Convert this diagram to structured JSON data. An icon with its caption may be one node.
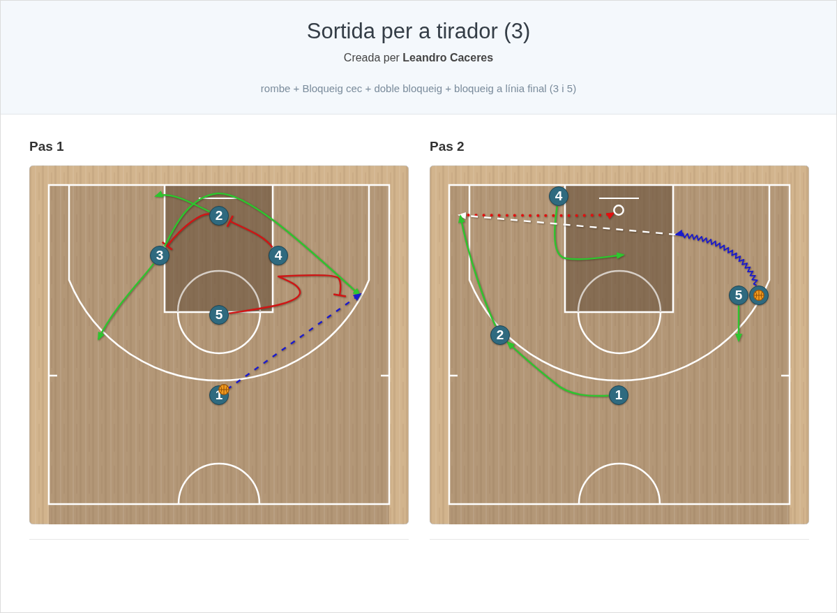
{
  "diagram": {
    "title": "Sortida per a tirador (3)",
    "nodes": [
      {
        "text": [
          "Pas 1"
        ]
      },
      {
        "text": [
          "2"
        ],
        "in": 0
      },
      {
        "text": [
          "3"
        ],
        "in": 0
      },
      {
        "text": [
          "4"
        ],
        "in": 0
      },
      {
        "text": [
          "5"
        ],
        "in": 0
      },
      {
        "text": [
          "1"
        ],
        "in": 0
      },
      {
        "text": [
          "Pas 2"
        ]
      },
      {
        "text": [
          "4"
        ],
        "in": 6
      },
      {
        "text": [],
        "shape": "circle",
        "in": 6
      },
      {
        "text": [
          "5"
        ],
        "in": 6
      },
      {
        "text": [],
        "shape": "circle",
        "in": 6
      },
      {
        "text": [
          "2"
        ],
        "in": 6
      },
      {
        "text": [
          "1"
        ],
        "in": 6
      }
    ],
    "edges": [
      {
        "from": 1,
        "to": 2,
        "arrow": "other",
        "color": "#d01515"
      },
      {
        "from": 3,
        "to": 1,
        "arrow": "other",
        "color": "#d01515"
      },
      {
        "from": 4,
        "to": null,
        "arrow": "other",
        "color": "#d01515"
      },
      {
        "from": 1,
        "to": null,
        "arrow": "to"
      },
      {
        "from": 2,
        "to": null,
        "arrow": "to"
      },
      {
        "from": 2,
        "to": null,
        "arrow": "to"
      },
      {
        "from": 5,
        "to": null,
        "arrow": "to",
        "style": "dashed",
        "color": "#1a1acc"
      },
      {
        "from": 7,
        "to": null,
        "arrow": "to"
      },
      {
        "from": null,
        "to": 8,
        "arrow": "to",
        "style": "dashed",
        "color": "#e01010"
      },
      {
        "from": 10,
        "to": null,
        "arrow": "to",
        "style": "dashed",
        "color": "#ffffff"
      },
      {
        "from": 10,
        "to": null,
        "arrow": "to",
        "color": "#1a1acc"
      },
      {
        "from": 9,
        "to": null,
        "arrow": "to"
      },
      {
        "from": 12,
        "to": 11,
        "arrow": "to"
      },
      {
        "from": 11,
        "to": null,
        "arrow": "to"
      }
    ],
    "labels": [
      "Creada per **Leandro Caceres**",
      "rombe + Bloqueig cec + doble bloqueig + bloqueig a línia final (3 i 5)"
    ]
  }
}
